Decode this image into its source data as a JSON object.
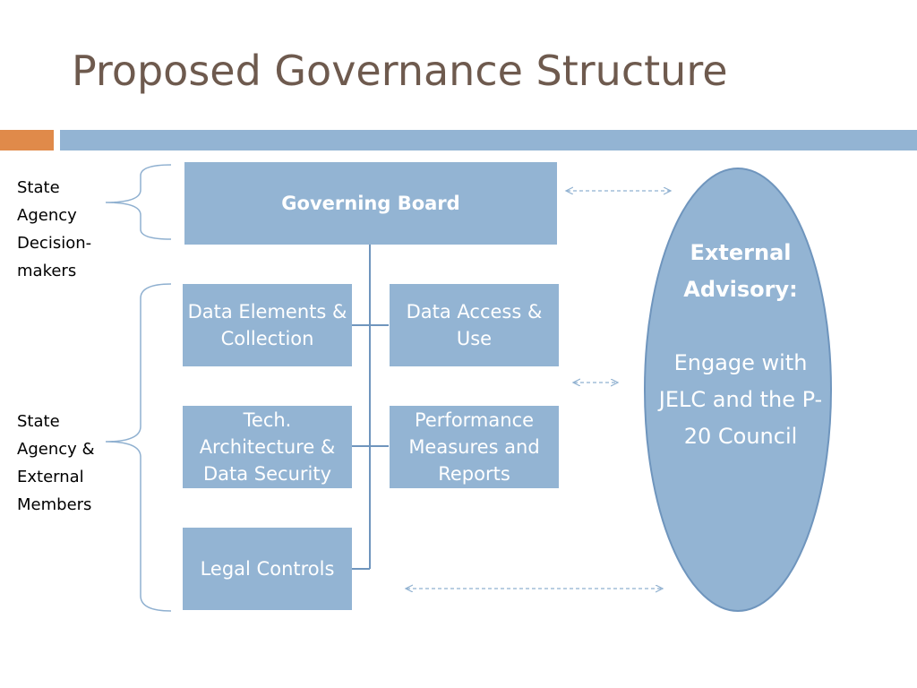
{
  "title": "Proposed Governance Structure",
  "colors": {
    "title": "#6e5a4e",
    "accent_orange": "#e08a4a",
    "box_blue": "#93b4d3",
    "line_blue": "#6f95bd",
    "text_white": "#ffffff"
  },
  "labels": {
    "decision_makers": "State Agency Decision-makers",
    "members": "State Agency & External Members"
  },
  "boxes": {
    "governing_board": "Governing Board",
    "data_elements": "Data Elements & Collection",
    "data_access": "Data Access & Use",
    "tech_architecture": "Tech. Architecture & Data Security",
    "performance": "Performance Measures and Reports",
    "legal": "Legal Controls"
  },
  "external": {
    "heading": "External Advisory:",
    "body": "Engage with JELC and the P-20 Council"
  }
}
